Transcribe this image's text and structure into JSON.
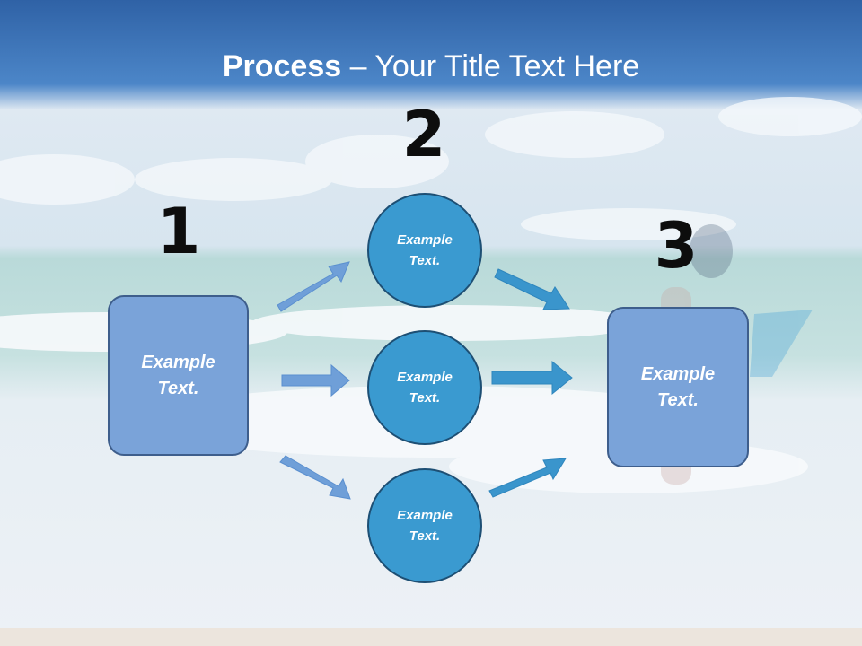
{
  "title": {
    "bold": "Process",
    "rest": " – Your Title Text Here"
  },
  "steps": [
    {
      "number": "1"
    },
    {
      "number": "2"
    },
    {
      "number": "3"
    }
  ],
  "left_box": {
    "label": "Example\nText."
  },
  "circles": [
    {
      "label": "Example\nText."
    },
    {
      "label": "Example\nText."
    },
    {
      "label": "Example\nText."
    }
  ],
  "right_box": {
    "label": "Example\nText."
  },
  "colors": {
    "header": "#3a6fb0",
    "box_fill": "#7aa3d9",
    "circle_fill": "#3a9ad0",
    "arrow_light": "#6f9fd8",
    "arrow_dark": "#3a95cc"
  }
}
